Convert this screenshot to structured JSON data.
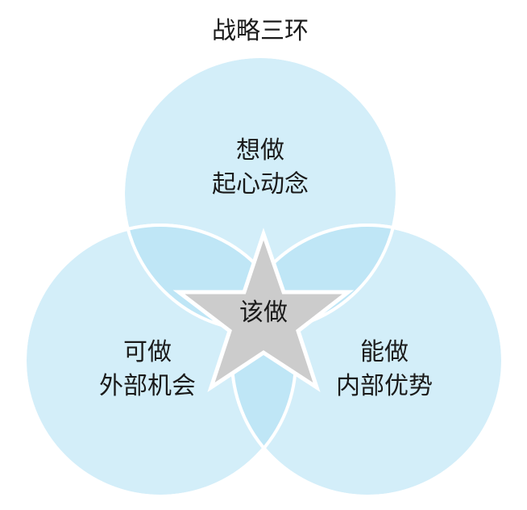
{
  "diagram": {
    "title": "战略三环",
    "center": {
      "label": "该做"
    },
    "circles": [
      {
        "id": "want",
        "line1": "想做",
        "line2": "起心动念"
      },
      {
        "id": "may",
        "line1": "可做",
        "line2": "外部机会"
      },
      {
        "id": "can",
        "line1": "能做",
        "line2": "内部优势"
      }
    ],
    "colors": {
      "circle_fill": "#d3eef9",
      "overlap_fill": "#bfe6f6",
      "circle_border": "#ffffff",
      "star_fill": "#cccccc",
      "text": "#1a1a1a"
    }
  }
}
